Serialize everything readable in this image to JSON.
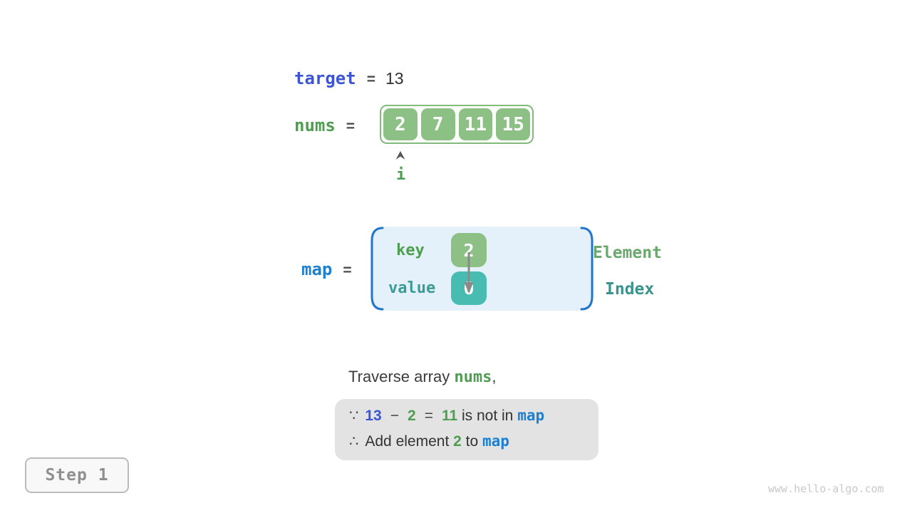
{
  "target_row": {
    "label": "target",
    "eq": "=",
    "value": "13"
  },
  "nums_row": {
    "label": "nums",
    "eq": "=",
    "cells": [
      "2",
      "7",
      "11",
      "15"
    ],
    "index_label": "i"
  },
  "map_row": {
    "label": "map",
    "eq": "=",
    "key_label": "key",
    "value_label": "value",
    "key_cell": "2",
    "value_cell": "0",
    "legend_top": "Element",
    "legend_bottom": "Index"
  },
  "caption": {
    "text_before": "Traverse array ",
    "code": "nums",
    "text_after": ","
  },
  "note": {
    "line1": {
      "sym": "∵",
      "n1": "13",
      "op": "−",
      "n2": "2",
      "eq": "=",
      "n3": "11",
      "text": " is not in ",
      "code": "map"
    },
    "line2": {
      "sym": "∴",
      "t1": "Add element ",
      "n": "2",
      "t2": " to ",
      "code": "map"
    }
  },
  "footer": {
    "step": "Step 1",
    "watermark": "www.hello-algo.com"
  },
  "colors": {
    "keyword_indigo": "#3B55D4",
    "keyword_green": "#4E9E50",
    "keyword_blue": "#1E80D0",
    "array_green_fill": "#8CC084",
    "array_green_border": "#82BB7B",
    "teal_fill": "#49BCB2",
    "teal_text": "#399C95",
    "map_box_fill": "#E4F1FA",
    "bracket_blue": "#2277CC",
    "note_box_gray": "#E3E3E3",
    "arrow_gray": "#8A8A8A",
    "dark_text": "#3C3C3C",
    "step_gray": "#8F8F8F",
    "watermark_gray": "#C9C9C9"
  }
}
